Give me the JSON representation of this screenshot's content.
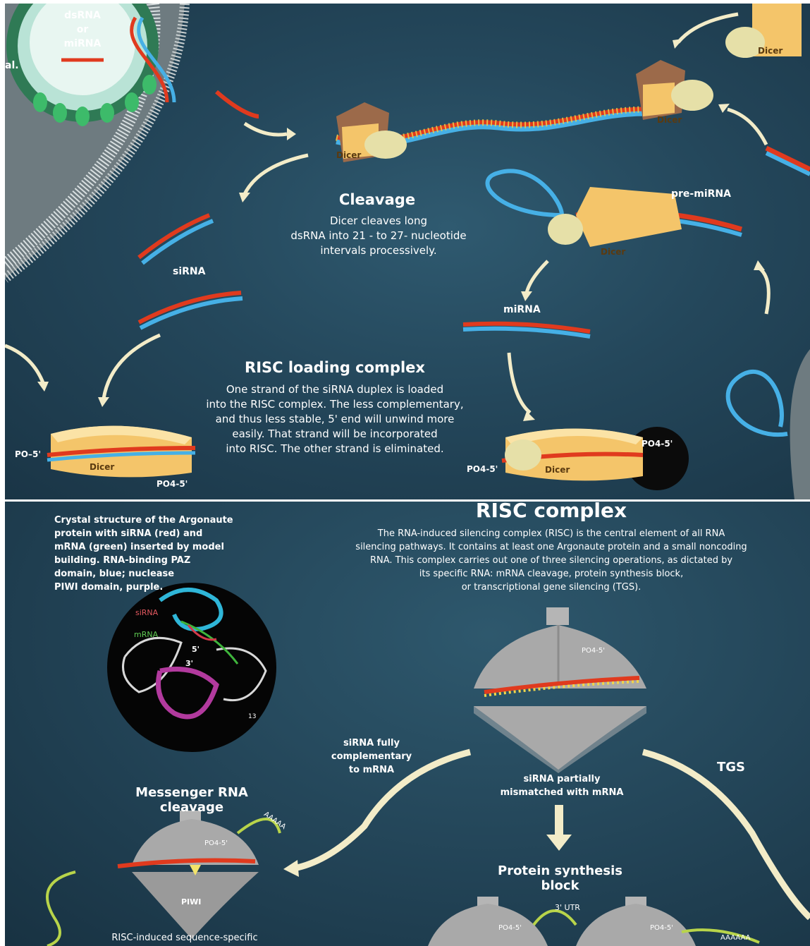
{
  "top": {
    "virus_label_line1": "dsRNA",
    "virus_label_line2": "or",
    "virus_label_line3": "miRNA",
    "edge_text": "al.",
    "cleavage_title": "Cleavage",
    "cleavage_text": [
      "Dicer cleaves long",
      "dsRNA into 21 - to 27- nucleotide",
      "intervals processively."
    ],
    "sirna_label": "siRNA",
    "mirna_label": "miRNA",
    "pre_mirna_label": "pre-miRNA",
    "dicer_label": "Dicer",
    "risc_loading_title": "RISC loading complex",
    "risc_loading_text": [
      "One strand of the siRNA duplex is loaded",
      "into the RISC complex. The less complementary,",
      "and thus less stable, 5' end will unwind more",
      "easily. That strand will be incorporated",
      "into RISC. The other strand is eliminated."
    ],
    "po4_label": "PO4-5'",
    "po_label": "PO–5'"
  },
  "bottom": {
    "crystal_text": [
      "Crystal structure of the Argonaute",
      "protein with siRNA (red) and",
      "mRNA (green) inserted by model",
      "building. RNA-binding PAZ",
      "domain, blue; nuclease",
      "PIWI domain, purple."
    ],
    "crystal_sirna": "siRNA",
    "crystal_mrna": "mRNA",
    "crystal_5": "5'",
    "crystal_3": "3'",
    "crystal_13": "13",
    "risc_title": "RISC complex",
    "risc_text": [
      "The RNA-induced silencing complex (RISC) is the central element of all RNA",
      "silencing pathways. It contains at least one Argonaute protein and a small noncoding",
      "RNA. This complex carries out one of three silencing operations, as dictated by",
      "its specific RNA: mRNA cleavage, protein synthesis block,",
      "or transcriptional gene silencing (TGS)."
    ],
    "po4_label": "PO4-5'",
    "fully_comp": [
      "siRNA fully",
      "complementary",
      "to mRNA"
    ],
    "partial": [
      "siRNA partially",
      "mismatched with mRNA"
    ],
    "tgs": "TGS",
    "mrna_cleavage_title": "Messenger RNA cleavage",
    "piwi": "PIWI",
    "polyA": "AAAAA",
    "polyA2": "AAAAAA",
    "protein_block_title": "Protein synthesis block",
    "utr": "3' UTR",
    "bottom_caption": "RISC-induced sequence-specific"
  },
  "colors": {
    "bg_dark": "#1f3f52",
    "cream_arrow": "#f3ecc8",
    "dicer_gold": "#f4c56a",
    "rna_red": "#e03a1e",
    "rna_blue": "#46b0e6",
    "risc_gray": "#a9a9a9"
  }
}
